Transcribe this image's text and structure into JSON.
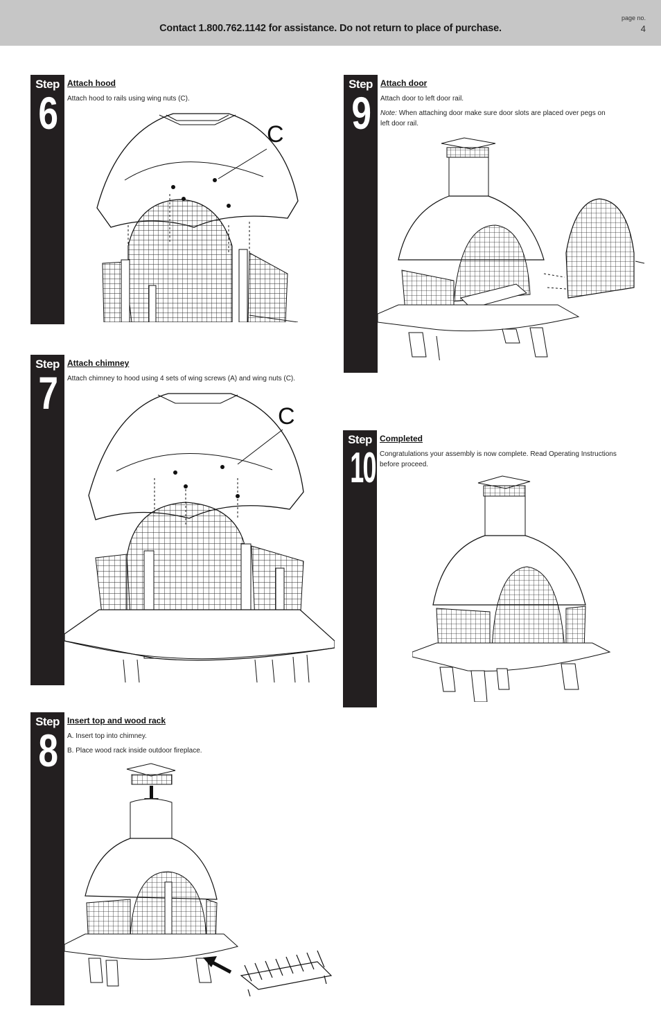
{
  "header": {
    "contact": "Contact 1.800.762.1142 for assistance. Do not return to place of purchase.",
    "page_label": "page no.",
    "page_number": "4"
  },
  "step_word": "Step",
  "steps": {
    "s6": {
      "number": "6",
      "title": "Attach hood",
      "text": "Attach hood to rails using wing nuts (C).",
      "callout": "C"
    },
    "s7": {
      "number": "7",
      "title": "Attach chimney",
      "text": "Attach chimney to hood using 4 sets of wing screws (A) and wing nuts (C).",
      "callout": "C"
    },
    "s8": {
      "number": "8",
      "title": "Insert top and wood rack",
      "line_a": "A. Insert top into chimney.",
      "line_b": "B. Place wood rack inside outdoor fireplace."
    },
    "s9": {
      "number": "9",
      "title": "Attach door",
      "text": "Attach door to left door rail.",
      "note_label": "Note:",
      "note_text": "When attaching door make sure door slots are placed over pegs on left door rail."
    },
    "s10": {
      "number": "10",
      "title": "Completed",
      "text": "Congratulations your assembly is now complete.  Read Operating Instructions before proceed."
    }
  }
}
